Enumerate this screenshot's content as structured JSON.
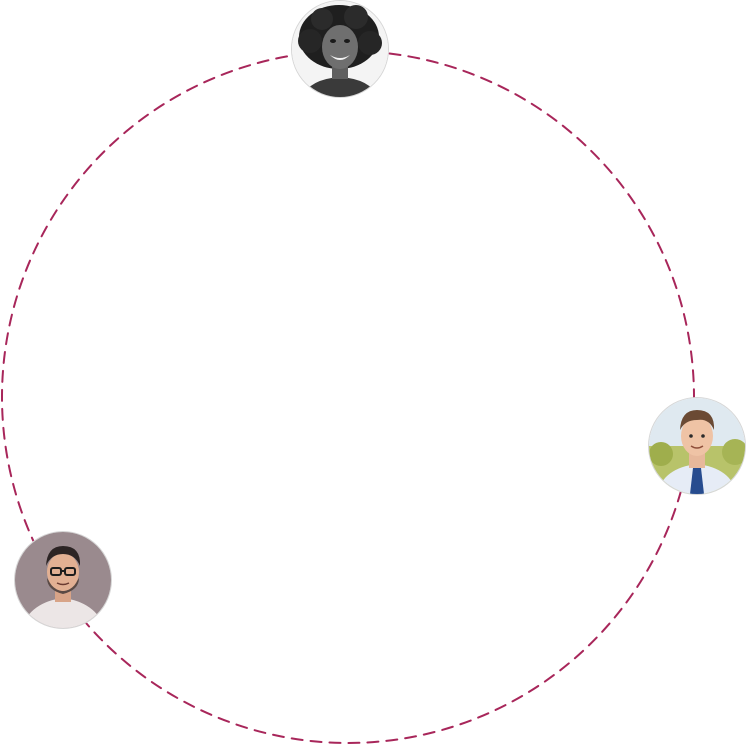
{
  "orbit": {
    "stroke_color": "#a8265a",
    "dashed": true
  },
  "avatars": [
    {
      "id": "top",
      "icon": "woman-portrait-grayscale",
      "style": "grayscale"
    },
    {
      "id": "right",
      "icon": "man-portrait-blue-tie",
      "style": "color"
    },
    {
      "id": "left",
      "icon": "man-portrait-glasses",
      "style": "muted"
    }
  ]
}
